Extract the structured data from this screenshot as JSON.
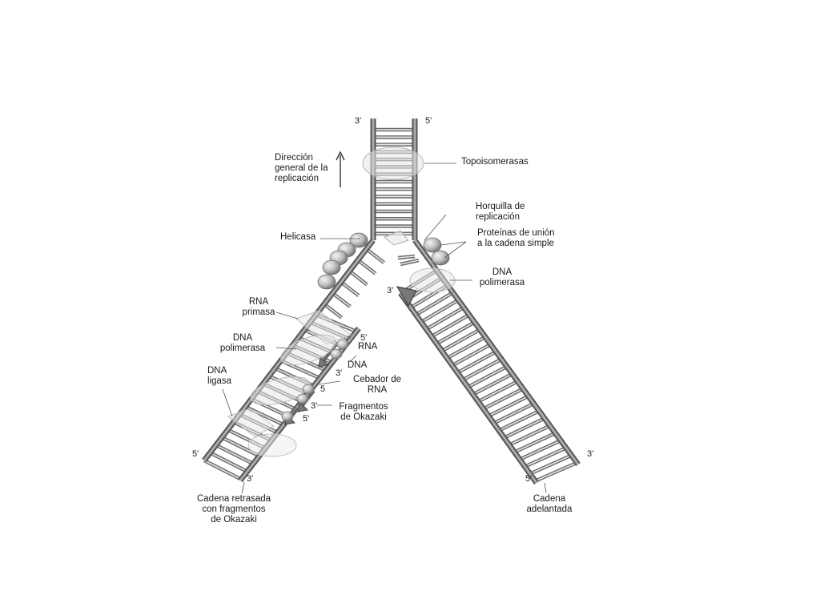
{
  "labels": {
    "direction_1": "Dirección",
    "direction_2": "general de la",
    "direction_3": "replicación",
    "topoisomerasas": "Topoisomerasas",
    "horquilla_1": "Horquilla de",
    "horquilla_2": "replicación",
    "proteinas_1": "Proteínas de unión",
    "proteinas_2": "a la cadena simple",
    "helicasa": "Helicasa",
    "dna_pol_right_1": "DNA",
    "dna_pol_right_2": "polimerasa",
    "rna_primasa_1": "RNA",
    "rna_primasa_2": "primasa",
    "dna_pol_left_1": "DNA",
    "dna_pol_left_2": "polimerasa",
    "dna_ligasa_1": "DNA",
    "dna_ligasa_2": "ligasa",
    "rna_small": "RNA",
    "dna_small": "DNA",
    "cebador_1": "Cebador de",
    "cebador_2": "RNA",
    "fragmentos_1": "Fragmentos",
    "fragmentos_2": "de Okazaki",
    "lagging_1": "Cadena retrasada",
    "lagging_2": "con fragmentos",
    "lagging_3": "de Okazaki",
    "leading_1": "Cadena",
    "leading_2": "adelantada"
  },
  "ends": {
    "top_left": "3'",
    "top_right": "5'",
    "fork_inner": "3'",
    "frag_5_top": "5'",
    "frag_3_a": "3'",
    "frag_5_mid": "5",
    "frag_3_b": "3'",
    "frag_5_low": "5'",
    "lagging_5": "5'",
    "lagging_3": "3'",
    "leading_3": "3'",
    "leading_5": "5'"
  },
  "colors": {
    "strand_dark": "#555555",
    "strand_light": "#aaaaaa",
    "rung": "#6a6a6a",
    "protein": "#bdbdbd"
  }
}
